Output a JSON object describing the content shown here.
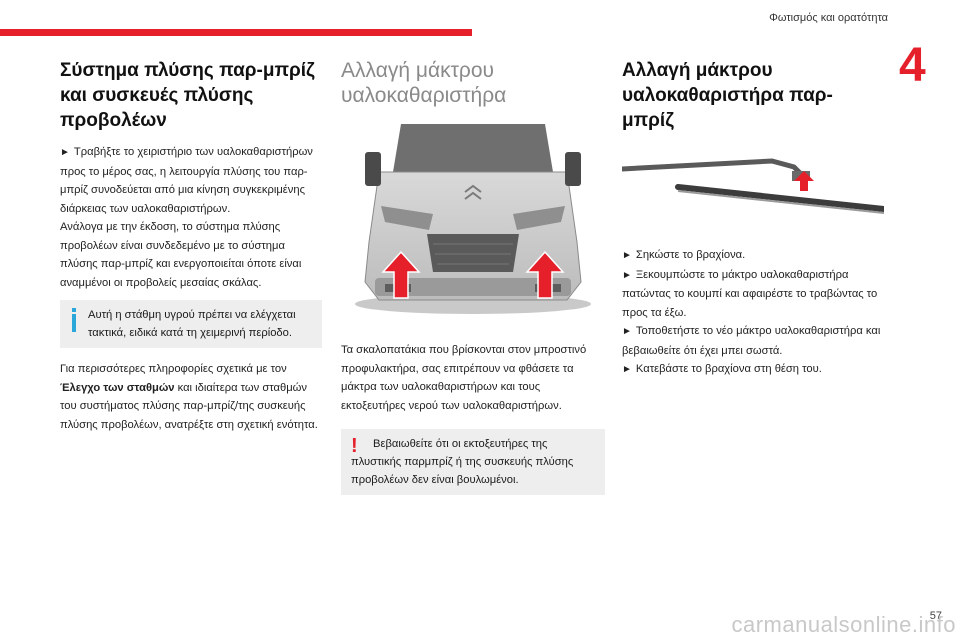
{
  "header": {
    "section_title": "Φωτισμός και ορατότητα",
    "chapter_number": "4"
  },
  "col1": {
    "title": "Σύστημα πλύσης παρ-μπρίζ και συσκευές πλύσης προβολέων",
    "para1": "Τραβήξτε το χειριστήριο των υαλοκαθαριστήρων προς το μέρος σας, η λειτουργία πλύσης του παρ-μπρίζ συνοδεύεται από μια κίνηση συγκεκριμένης διάρκειας των υαλοκαθαριστήρων.",
    "para2": "Ανάλογα με την έκδοση, το σύστημα πλύσης προβολέων είναι συνδεδεμένο με το σύστημα πλύσης παρ-μπρίζ και ενεργοποιείται όποτε είναι αναμμένοι οι προβολείς μεσαίας σκάλας.",
    "info_text": "Αυτή η στάθμη υγρού πρέπει να ελέγχεται τακτικά, ειδικά κατά τη χειμερινή περίοδο.",
    "para3_a": "Για περισσότερες πληροφορίες σχετικά με τον",
    "para3_bold": "Έλεγχο των σταθμών",
    "para3_b": "και ιδιαίτερα των σταθμών του συστήματος πλύσης παρ-μπρίζ/της συσκευής πλύσης προβολέων, ανατρέξτε στη σχετική ενότητα."
  },
  "col2": {
    "title": "Αλλαγή μάκτρου υαλοκαθαριστήρα",
    "para": "Τα σκαλοπατάκια που βρίσκονται στον μπροστινό προφυλακτήρα, σας επιτρέπουν να φθάσετε τα μάκτρα των υαλοκαθαριστήρων και τους εκτοξευτήρες νερού των υαλοκαθαριστήρων.",
    "warn_text": "Βεβαιωθείτε ότι οι εκτοξευτήρες της πλυστικής παρμπρίζ ή της συσκευής πλύσης προβολέων δεν είναι βουλωμένοι."
  },
  "col3": {
    "title": "Αλλαγή μάκτρου υαλοκαθαριστήρα παρ-μπρίζ",
    "step1": "Σηκώστε το βραχίονα.",
    "step2": "Ξεκουμπώστε το μάκτρο υαλοκαθαριστήρα πατώντας το κουμπί και αφαιρέστε το τραβώντας το προς τα έξω.",
    "step3": "Τοποθετήστε το νέο μάκτρο υαλοκαθαριστήρα και βεβαιωθείτε ότι έχει μπει σωστά.",
    "step4": "Κατεβάστε το βραχίονα στη θέση του."
  },
  "footer": {
    "page_number": "57",
    "watermark": "carmanualsonline.info"
  },
  "colors": {
    "accent": "#e5202b",
    "info": "#2aa7d8",
    "box_bg": "#eeeeee"
  }
}
